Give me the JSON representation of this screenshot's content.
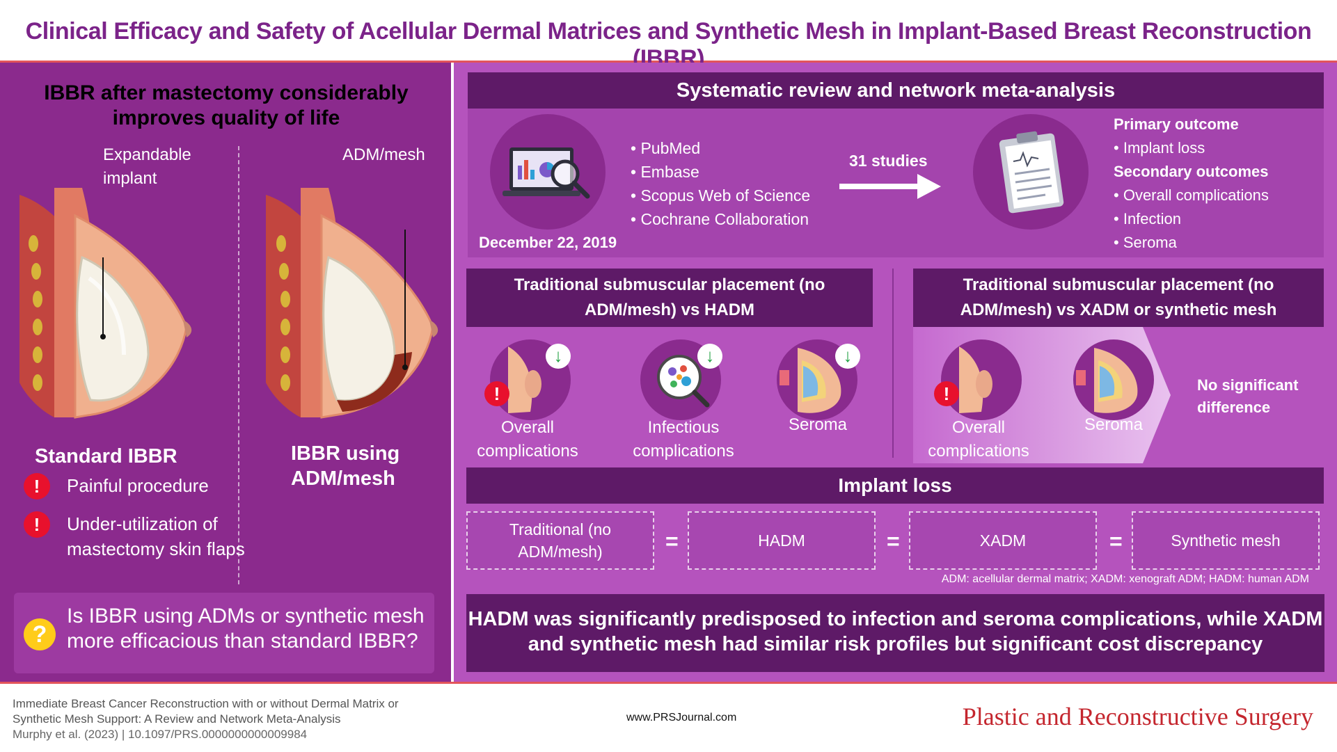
{
  "header": {
    "title": "Clinical Efficacy and Safety of Acellular Dermal Matrices and Synthetic Mesh in Implant-Based Breast Reconstruction (IBBR)"
  },
  "left": {
    "lead": "IBBR after mastectomy considerably improves quality of life",
    "callout_implant": "Expandable implant",
    "callout_mesh": "ADM/mesh",
    "standard_label": "Standard IBBR",
    "adm_label": "IBBR using ADM/mesh",
    "bullets": [
      "Painful procedure",
      "Under-utilization of mastectomy skin flaps"
    ],
    "alert_symbol": "!",
    "question_symbol": "?",
    "question": "Is IBBR using ADMs or synthetic mesh more efficacious than standard IBBR?"
  },
  "methods": {
    "title": "Systematic review and network meta-analysis",
    "databases": [
      "PubMed",
      "Embase",
      "Scopus Web of Science",
      "Cochrane Collaboration"
    ],
    "date": "December 22, 2019",
    "studies": "31 studies",
    "primary_label": "Primary outcome",
    "primary": [
      "Implant loss"
    ],
    "secondary_label": "Secondary outcomes",
    "secondary": [
      "Overall complications",
      "Infection",
      "Seroma"
    ]
  },
  "comparison_left": {
    "title": "Traditional submuscular placement (no ADM/mesh) vs HADM",
    "items": [
      "Overall complications",
      "Infectious complications",
      "Seroma"
    ]
  },
  "comparison_right": {
    "title": "Traditional submuscular placement (no ADM/mesh) vs XADM or synthetic mesh",
    "items": [
      "Overall complications",
      "Seroma"
    ],
    "result": "No significant difference"
  },
  "implant_loss": {
    "title": "Implant loss",
    "boxes": [
      "Traditional (no ADM/mesh)",
      "HADM",
      "XADM",
      "Synthetic mesh"
    ],
    "equals": "="
  },
  "abbreviations": "ADM: acellular dermal matrix; XADM: xenograft ADM; HADM: human ADM",
  "conclusion": "HADM was significantly predisposed to infection and seroma complications, while XADM and synthetic mesh had similar risk profiles but significant cost discrepancy",
  "footer": {
    "ref_line1": "Immediate Breast Cancer Reconstruction with or without Dermal Matrix or",
    "ref_line2": "Synthetic Mesh Support: A Review and Network Meta-Analysis",
    "ref_line3": "Murphy et al. (2023) | 10.1097/PRS.0000000000009984",
    "site": "www.PRSJournal.com",
    "journal": "Plastic and Reconstructive Surgery"
  },
  "colors": {
    "left_panel": "#8b2a8d",
    "right_panel": "#b553bd",
    "dark_bar": "#5e1a67",
    "title_purple": "#7b2389",
    "accent_red": "#e2555a",
    "journal_red": "#c4262e",
    "alert_red": "#e8112d",
    "question_yellow": "#ffcc1a",
    "down_arrow_green": "#1fa142"
  }
}
